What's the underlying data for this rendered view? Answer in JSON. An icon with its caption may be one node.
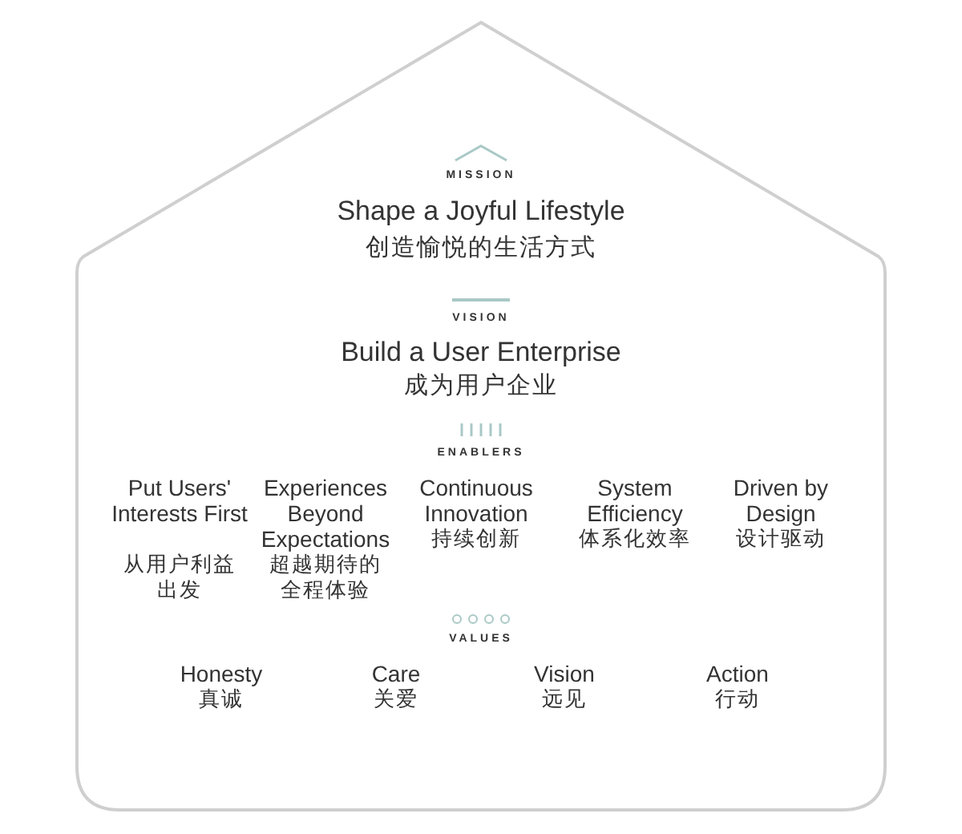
{
  "diagram": {
    "labels": [
      "MISSION",
      "Shape a Joyful Lifestyle",
      "创造愉悦的生活方式",
      "VISION",
      "Build a User Enterprise",
      "成为用户企业",
      "ENABLERS",
      "Put Users' Interests First",
      "从用户利益出发",
      "Experiences Beyond Expectations",
      "超越期待的全程体验",
      "Continuous Innovation",
      "持续创新",
      "System Efficiency",
      "体系化效率",
      "Driven by Design",
      "设计驱动",
      "VALUES",
      "Honesty",
      "真诚",
      "Care",
      "关爱",
      "Vision",
      "远见",
      "Action",
      "行动"
    ]
  }
}
